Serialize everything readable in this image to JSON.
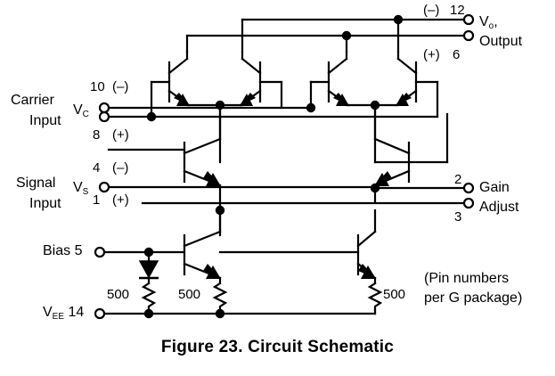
{
  "figure": {
    "caption": "Figure 23. Circuit Schematic",
    "note_line1": "(Pin numbers",
    "note_line2": "per G package)"
  },
  "inputs": {
    "carrier": {
      "group_line1": "Carrier",
      "group_line2": "Input",
      "symbol": "V",
      "symbol_sub": "C",
      "pin_minus_number": "10",
      "pin_minus_sign": "(–)",
      "pin_plus_number": "8",
      "pin_plus_sign": "(+)"
    },
    "signal": {
      "group_line1": "Signal",
      "group_line2": "Input",
      "symbol": "V",
      "symbol_sub": "S",
      "pin_minus_number": "4",
      "pin_minus_sign": "(–)",
      "pin_plus_number": "1",
      "pin_plus_sign": "(+)"
    },
    "bias": {
      "label": "Bias",
      "pin": "5"
    },
    "vee": {
      "symbol": "V",
      "symbol_sub": "EE",
      "pin": "14"
    }
  },
  "outputs": {
    "vo": {
      "label_line1": "V",
      "label_line1_sub": "o",
      "label_line1_tail": ",",
      "label_line2": "Output",
      "pin_minus_number": "12",
      "pin_minus_sign": "(–)",
      "pin_plus_number": "6",
      "pin_plus_sign": "(+)"
    },
    "gain_adjust": {
      "label_line1": "Gain",
      "label_line2": "Adjust",
      "pin_top": "2",
      "pin_bottom": "3"
    }
  },
  "components": {
    "resistors": [
      {
        "id": "r-left",
        "value": "500"
      },
      {
        "id": "r-mid",
        "value": "500"
      },
      {
        "id": "r-right",
        "value": "500"
      }
    ],
    "diode": {
      "id": "d-bias"
    },
    "transistors": [
      {
        "id": "q1-upper-left-pair-a"
      },
      {
        "id": "q2-upper-left-pair-b"
      },
      {
        "id": "q3-upper-right-pair-a"
      },
      {
        "id": "q4-upper-right-pair-b"
      },
      {
        "id": "q5-carrier-left"
      },
      {
        "id": "q6-carrier-right"
      },
      {
        "id": "q7-signal-left"
      },
      {
        "id": "q8-signal-right"
      },
      {
        "id": "q9-bias-mirror"
      }
    ]
  },
  "colors": {
    "line": "#000000",
    "background": "#ffffff",
    "text": "#000000"
  }
}
